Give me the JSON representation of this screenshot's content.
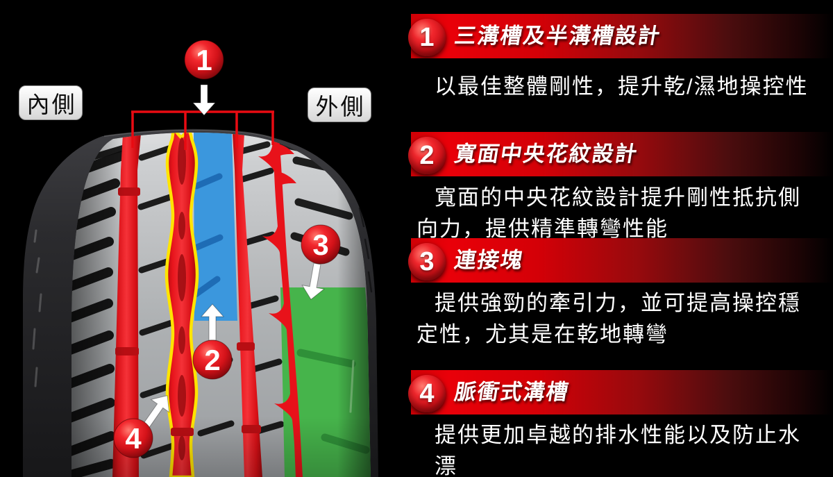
{
  "figure": {
    "inner_label": "內側",
    "outer_label": "外側",
    "callouts": [
      {
        "n": "1"
      },
      {
        "n": "2"
      },
      {
        "n": "3"
      },
      {
        "n": "4"
      }
    ],
    "colors": {
      "highlight_red": "#e8121a",
      "groove_yellow": "#ffe400",
      "band_blue": "#3b97dd",
      "band_green": "#46b44b"
    }
  },
  "panel": {
    "sections": [
      {
        "num": "1",
        "title": "三溝槽及半溝槽設計",
        "lines": [
          "以最佳整體剛性，提升乾/濕地操控性"
        ]
      },
      {
        "num": "2",
        "title": "寬面中央花紋設計",
        "lines": [
          "寬面的中央花紋設計提升剛性抵抗側",
          "向力，提供精準轉彎性能"
        ]
      },
      {
        "num": "3",
        "title": "連接塊",
        "lines": [
          "提供強勁的牽引力，並可提高操控穩",
          "定性，尤其是在乾地轉彎"
        ]
      },
      {
        "num": "4",
        "title": "脈衝式溝槽",
        "lines": [
          "提供更加卓越的排水性能以及防止水",
          "漂"
        ]
      }
    ]
  }
}
